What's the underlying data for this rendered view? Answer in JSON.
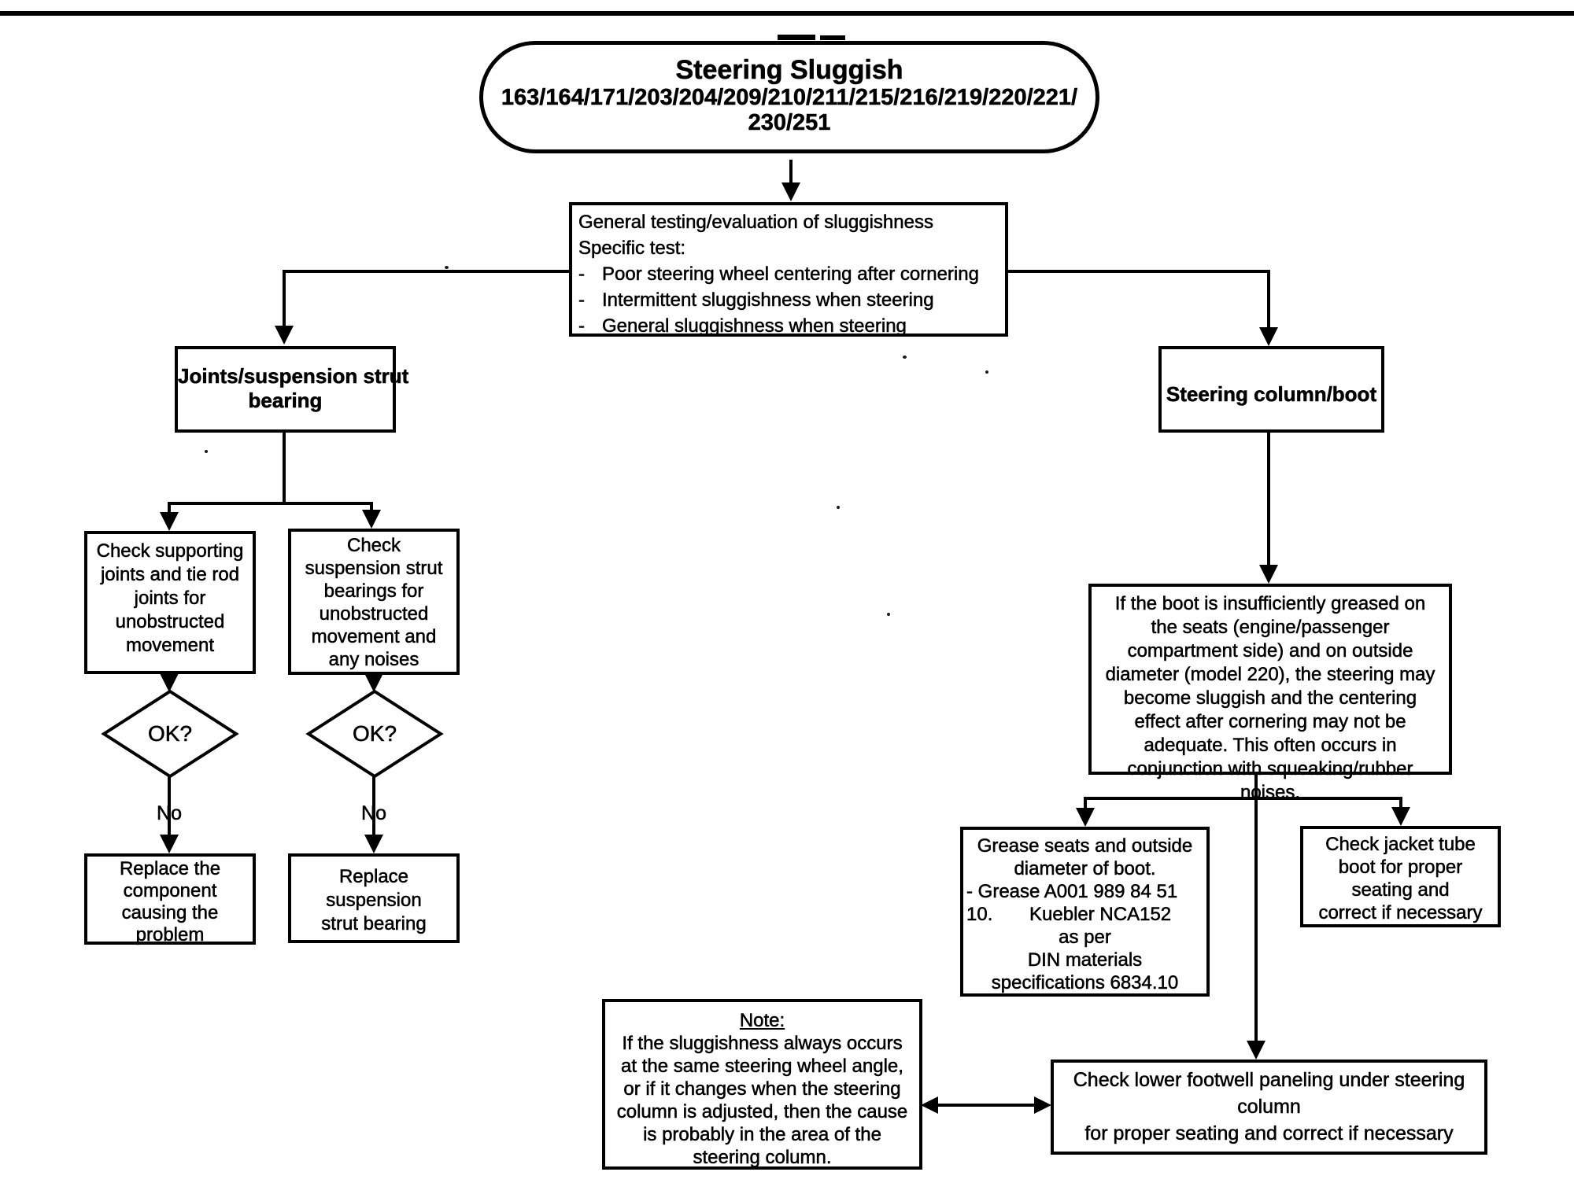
{
  "flowchart": {
    "start": {
      "title": "Steering Sluggish",
      "models_line1": "163/164/171/203/204/209/210/211/215/216/219/220/221/",
      "models_line2": "230/251"
    },
    "general": {
      "line1": "General testing/evaluation of sluggishness",
      "line2": "Specific test:",
      "bullet_dash": "-",
      "bullets": [
        "Poor steering wheel centering after cornering",
        "Intermittent sluggishness when steering",
        "General sluggishness when steering"
      ]
    },
    "left": {
      "header_lines": [
        "Joints/suspension strut",
        "bearing"
      ],
      "check_supporting_lines": [
        "Check supporting",
        "joints and tie rod",
        "joints for",
        "unobstructed",
        "movement"
      ],
      "check_strut_lines": [
        "Check",
        "suspension strut",
        "bearings for",
        "unobstructed",
        "movement and",
        "any noises"
      ],
      "decision1": "OK?",
      "decision2": "OK?",
      "no1": "No",
      "no2": "No",
      "replace_component_lines": [
        "Replace the",
        "component",
        "causing the",
        "problem"
      ],
      "replace_strut_lines": [
        "Replace",
        "suspension",
        "strut bearing"
      ]
    },
    "right": {
      "header": "Steering column/boot",
      "boot_info_lines": [
        "If the boot is insufficiently greased on",
        "the seats (engine/passenger",
        "compartment side) and on outside",
        "diameter (model 220), the steering may",
        "become sluggish and the centering",
        "effect after cornering may not be",
        "adequate. This often occurs in",
        "conjunction with squeaking/rubber",
        "noises."
      ],
      "grease_lines": [
        "Grease seats and outside",
        "diameter of boot.",
        "- Grease A001 989 84 51",
        "10.       Kuebler NCA152",
        "as per",
        "DIN materials",
        "specifications 6834.10"
      ],
      "jacket_lines": [
        "Check jacket tube",
        "boot for proper",
        "seating and",
        "correct if necessary"
      ],
      "footwell_lines": [
        "Check lower footwell paneling under steering",
        "column",
        "for proper seating and correct if necessary"
      ]
    },
    "note": {
      "heading": "Note:",
      "body_lines": [
        "If the sluggishness always occurs",
        "at the same steering wheel angle,",
        "or if it changes when the steering",
        "column is adjusted, then the cause",
        "is probably in the area of the",
        "steering column."
      ]
    }
  }
}
